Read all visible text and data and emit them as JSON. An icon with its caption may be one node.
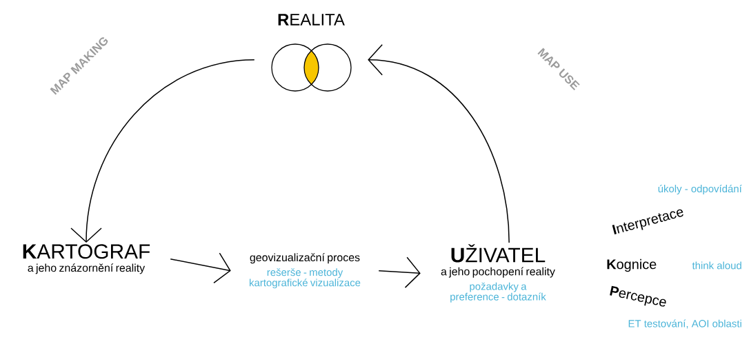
{
  "diagram": {
    "nodes": [
      {
        "text": [
          "**R**EALITA"
        ]
      },
      {
        "text": [
          "**K**ARTOGRAF",
          "a jeho znázornění reality"
        ]
      },
      {
        "text": [
          "geovizualizační proces",
          "rešerše - metody kartografické vizualizace"
        ]
      },
      {
        "text": [
          "**U**ŽIVATEL",
          "a jeho pochopení reality",
          "požadavky a preference - dotazník"
        ]
      }
    ],
    "edges": [
      {
        "from": 0,
        "to": 1,
        "arrow": "to"
      },
      {
        "from": 1,
        "to": 2,
        "arrow": "to"
      },
      {
        "from": 2,
        "to": 3,
        "arrow": "to"
      },
      {
        "from": 3,
        "to": 0,
        "arrow": "to"
      }
    ],
    "labels": [
      "MAP MAKING",
      "MAP USE",
      "úkoly - odpovídání",
      "**I**nterpretace",
      "**K**ognice",
      "think aloud",
      "**P**ercepce",
      "ET testování, AOI oblasti"
    ]
  }
}
